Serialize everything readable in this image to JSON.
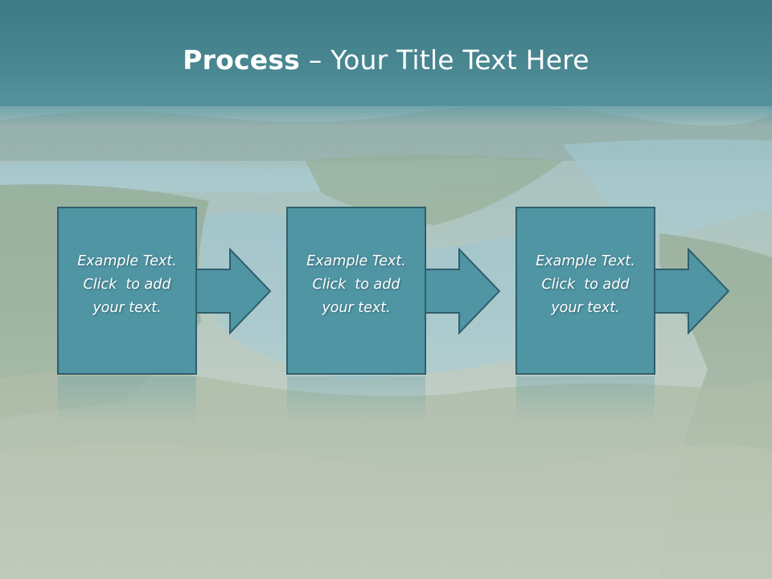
{
  "slide": {
    "title_bold": "Process",
    "title_rest": " – Your Title Text Here"
  },
  "steps": [
    {
      "line1": "Example Text.",
      "line2": "Click  to add",
      "line3": "your text."
    },
    {
      "line1": "Example Text.",
      "line2": "Click  to add",
      "line3": "your text."
    },
    {
      "line1": "Example Text.",
      "line2": "Click  to add",
      "line3": "your text."
    }
  ],
  "colors": {
    "header": "#4a8892",
    "box_fill": "#4f95a4",
    "box_stroke": "#2f5f6c",
    "text": "#ffffff"
  }
}
